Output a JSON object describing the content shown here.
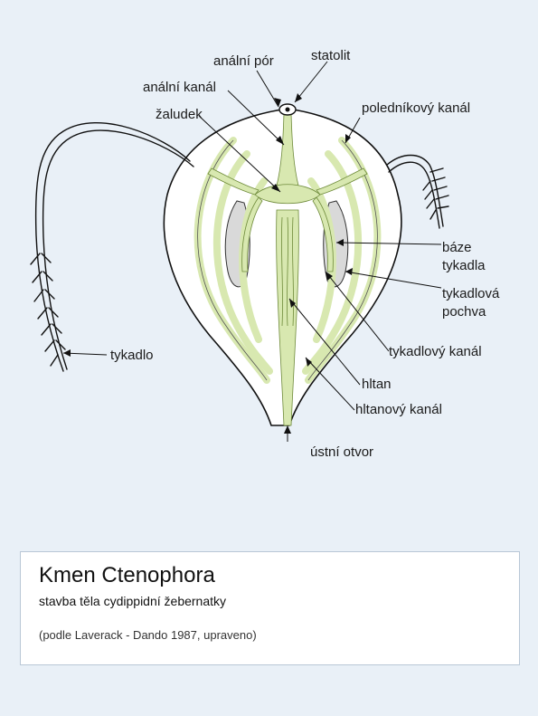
{
  "labels": {
    "anal_pore": "anální pór",
    "statolith": "statolit",
    "anal_canal": "anální kanál",
    "meridional_canal": "poledníkový kanál",
    "stomach": "žaludek",
    "tentacle_base_line1": "báze",
    "tentacle_base_line2": "tykadla",
    "tentacle_sheath_line1": "tykadlová",
    "tentacle_sheath_line2": "pochva",
    "tentacle": "tykadlo",
    "tentacle_canal": "tykadlový kanál",
    "pharynx": "hltan",
    "pharyngeal_canal": "hltanový kanál",
    "mouth": "ústní otvor"
  },
  "caption": {
    "title": "Kmen Ctenophora",
    "subtitle": "stavba těla cydippidní žebernatky",
    "credit": "(podle Laverack - Dando 1987, upraveno)"
  },
  "colors": {
    "background": "#e9f0f7",
    "body_fill": "#ffffff",
    "canal_fill": "#d8e8b0",
    "sheath_fill": "#d9d9d9",
    "outline": "#111111"
  }
}
